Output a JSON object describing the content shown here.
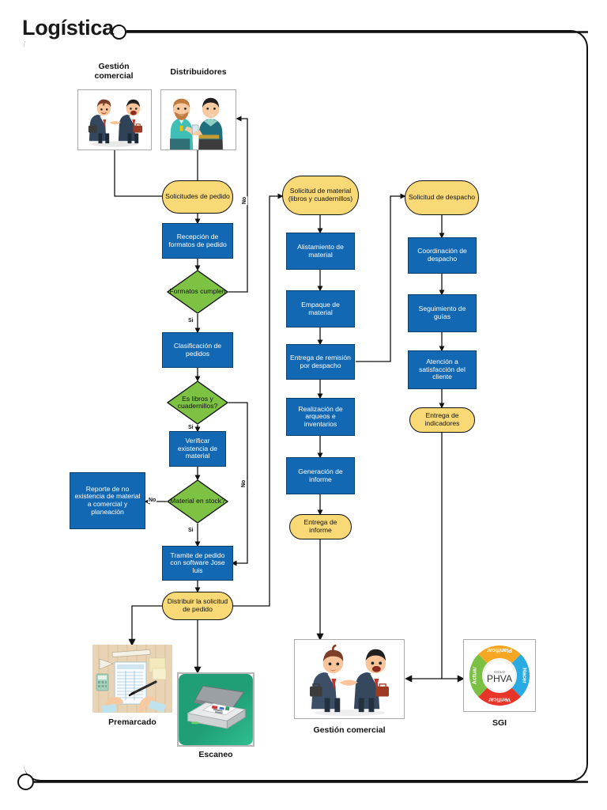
{
  "page": {
    "title": "Logística"
  },
  "actors": [
    {
      "id": "gestion-comercial-top",
      "caption": "Gestión\ncomercial",
      "image": "two-businessmen-handshake"
    },
    {
      "id": "distribuidores",
      "caption": "Distribuidores",
      "image": "two-distributors-with-phone"
    }
  ],
  "flow": {
    "column_orders": {
      "caption": "Main ordering column (left)",
      "nodes": [
        {
          "id": "solicitudes-de-pedido",
          "type": "terminal",
          "label": "Solicitudes de pedido"
        },
        {
          "id": "recepcion-de-formatos",
          "type": "process",
          "label": "Recepción de formatos de pedido"
        },
        {
          "id": "formatos-cumplen",
          "type": "decision",
          "label": "Formatos cumplen"
        },
        {
          "id": "clasificacion-de-pedidos",
          "type": "process",
          "label": "Clasificación de pedidos"
        },
        {
          "id": "es-libros-y-cuadernillos",
          "type": "decision",
          "label": "Es libros y cuadernillos?"
        },
        {
          "id": "verificar-existencia-de-material",
          "type": "process",
          "label": "Verificar existencia de material"
        },
        {
          "id": "material-en-stock",
          "type": "decision",
          "label": "Material en stock?"
        },
        {
          "id": "reporte-de-no-existencia",
          "type": "process",
          "label": "Reporte de no existencia de material a comercial y planeación"
        },
        {
          "id": "tramite-de-pedido",
          "type": "process",
          "label": "Tramite de pedido con software Jose luis"
        },
        {
          "id": "distribuir-la-solicitud",
          "type": "terminal",
          "label": "Distribuir la solicitud de pedido"
        }
      ]
    },
    "column_material": {
      "caption": "Material column (middle)",
      "nodes": [
        {
          "id": "solicitud-de-material",
          "type": "terminal",
          "label": "Solicitud de material (libros y cuadernillos)"
        },
        {
          "id": "alistamiento-de-material",
          "type": "process",
          "label": "Alistamiento de material"
        },
        {
          "id": "empaque-de-material",
          "type": "process",
          "label": "Empaque de material"
        },
        {
          "id": "entrega-de-remision",
          "type": "process",
          "label": "Entrega de remisión por despacho"
        },
        {
          "id": "realizacion-de-arqueos",
          "type": "process",
          "label": "Realización de arqueos e inventarios"
        },
        {
          "id": "generacion-de-informe",
          "type": "process",
          "label": "Generación de informe"
        },
        {
          "id": "entrega-de-informe",
          "type": "terminal",
          "label": "Entrega de informe"
        }
      ]
    },
    "column_despacho": {
      "caption": "Despacho column (right)",
      "nodes": [
        {
          "id": "solicitud-de-despacho",
          "type": "terminal",
          "label": "Solicitud de despacho"
        },
        {
          "id": "coordinacion-de-despacho",
          "type": "process",
          "label": "Coordinación de despacho"
        },
        {
          "id": "seguimiento-de-guias",
          "type": "process",
          "label": "Seguimiento de guías"
        },
        {
          "id": "atencion-a-satisfaccion",
          "type": "process",
          "label": "Atención a satisfacción del cliente"
        },
        {
          "id": "entrega-de-indicadores",
          "type": "terminal",
          "label": "Entrega de indicadores"
        }
      ]
    }
  },
  "edge_labels": {
    "formatos_no": "No",
    "formatos_si": "Si",
    "libros_si": "Si",
    "libros_no": "No",
    "stock_no": "No",
    "stock_si": "Si"
  },
  "outputs": [
    {
      "id": "premarcado",
      "caption": "Premarcado",
      "image": "hands-marking-sheet-on-desk"
    },
    {
      "id": "escaneo",
      "caption": "Escaneo",
      "image": "flatbed-scanner"
    },
    {
      "id": "gestion-comercial-bottom",
      "caption": "Gestión comercial",
      "image": "two-businessmen-handshake"
    },
    {
      "id": "sgi",
      "caption": "SGI",
      "image": "phva-cycle-wheel"
    }
  ],
  "phva": {
    "center_small": "CICLO",
    "center_main": "PHVA",
    "segments": [
      {
        "label": "Planificar",
        "color": "#F5A623",
        "position": "top"
      },
      {
        "label": "Hacer",
        "color": "#29ABE2",
        "position": "right"
      },
      {
        "label": "Verificar",
        "color": "#E8352A",
        "position": "bottom"
      },
      {
        "label": "Actuar",
        "color": "#7AC143",
        "position": "left"
      }
    ]
  },
  "colors": {
    "terminal_fill": "#F9D975",
    "process_fill": "#1268B3",
    "decision_fill": "#7DC242",
    "stroke": "#0f0f0f",
    "frame": "#111111"
  }
}
